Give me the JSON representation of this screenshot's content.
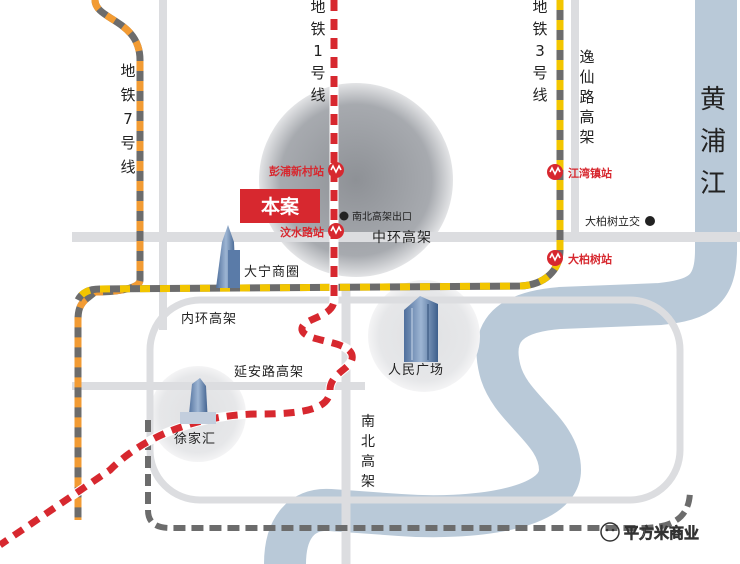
{
  "metro_lines": {
    "line7": {
      "label_chars": [
        "地",
        "铁",
        "7",
        "号",
        "线"
      ],
      "colors": [
        "#f29b33",
        "#6c6c6c"
      ]
    },
    "line1": {
      "label_chars": [
        "地",
        "铁",
        "1",
        "号",
        "线"
      ],
      "color": "#d7282f"
    },
    "line3": {
      "label_chars": [
        "地",
        "铁",
        "3",
        "号",
        "线"
      ],
      "color": "#f2c500"
    }
  },
  "river": {
    "label_chars": [
      "黄",
      "浦",
      "江"
    ],
    "color": "#b9c9d8"
  },
  "roads": {
    "yixian_chars": [
      "逸",
      "仙",
      "路",
      "高",
      "架"
    ],
    "middle_ring": "中环高架",
    "inner_ring": "内环高架",
    "yanan": "延安路高架",
    "nanbei_chars": [
      "南",
      "北",
      "高",
      "架"
    ]
  },
  "stations": {
    "pengpu": "彭浦新村站",
    "wenshui": "汶水路站",
    "jiangwan": "江湾镇站",
    "dabaishu": "大柏树站"
  },
  "landmarks": {
    "project": "本案",
    "nanbei_exit": "南北高架出口",
    "dabaishu_interchange": "大柏树立交",
    "daning": "大宁商圈",
    "peoples_square": "人民广场",
    "xujiahui": "徐家汇"
  },
  "watermark": "平方米商业",
  "colors": {
    "accent_red": "#d7282f",
    "road_gray": "#dcdde0"
  }
}
